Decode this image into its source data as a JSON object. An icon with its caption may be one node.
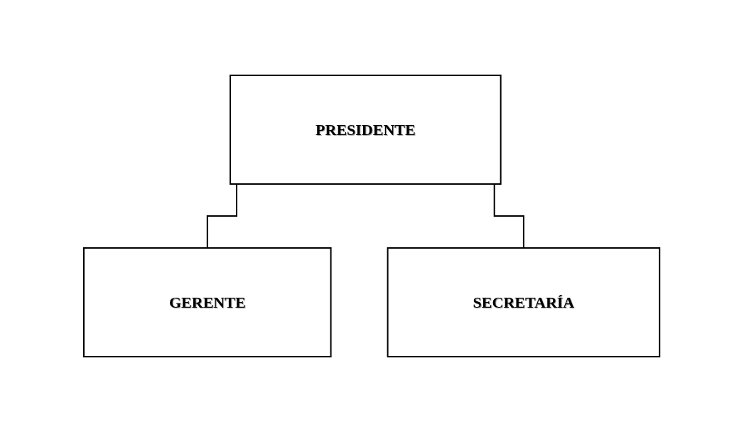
{
  "diagram": {
    "nodes": [
      {
        "text": [
          "PRESIDENTE"
        ]
      },
      {
        "text": [
          "GERENTE"
        ]
      },
      {
        "text": [
          "SECRETARÍA"
        ]
      }
    ],
    "edges": [
      {
        "from": 0,
        "to": 1,
        "arrow": "none"
      },
      {
        "from": 0,
        "to": 2,
        "arrow": "none"
      }
    ]
  }
}
